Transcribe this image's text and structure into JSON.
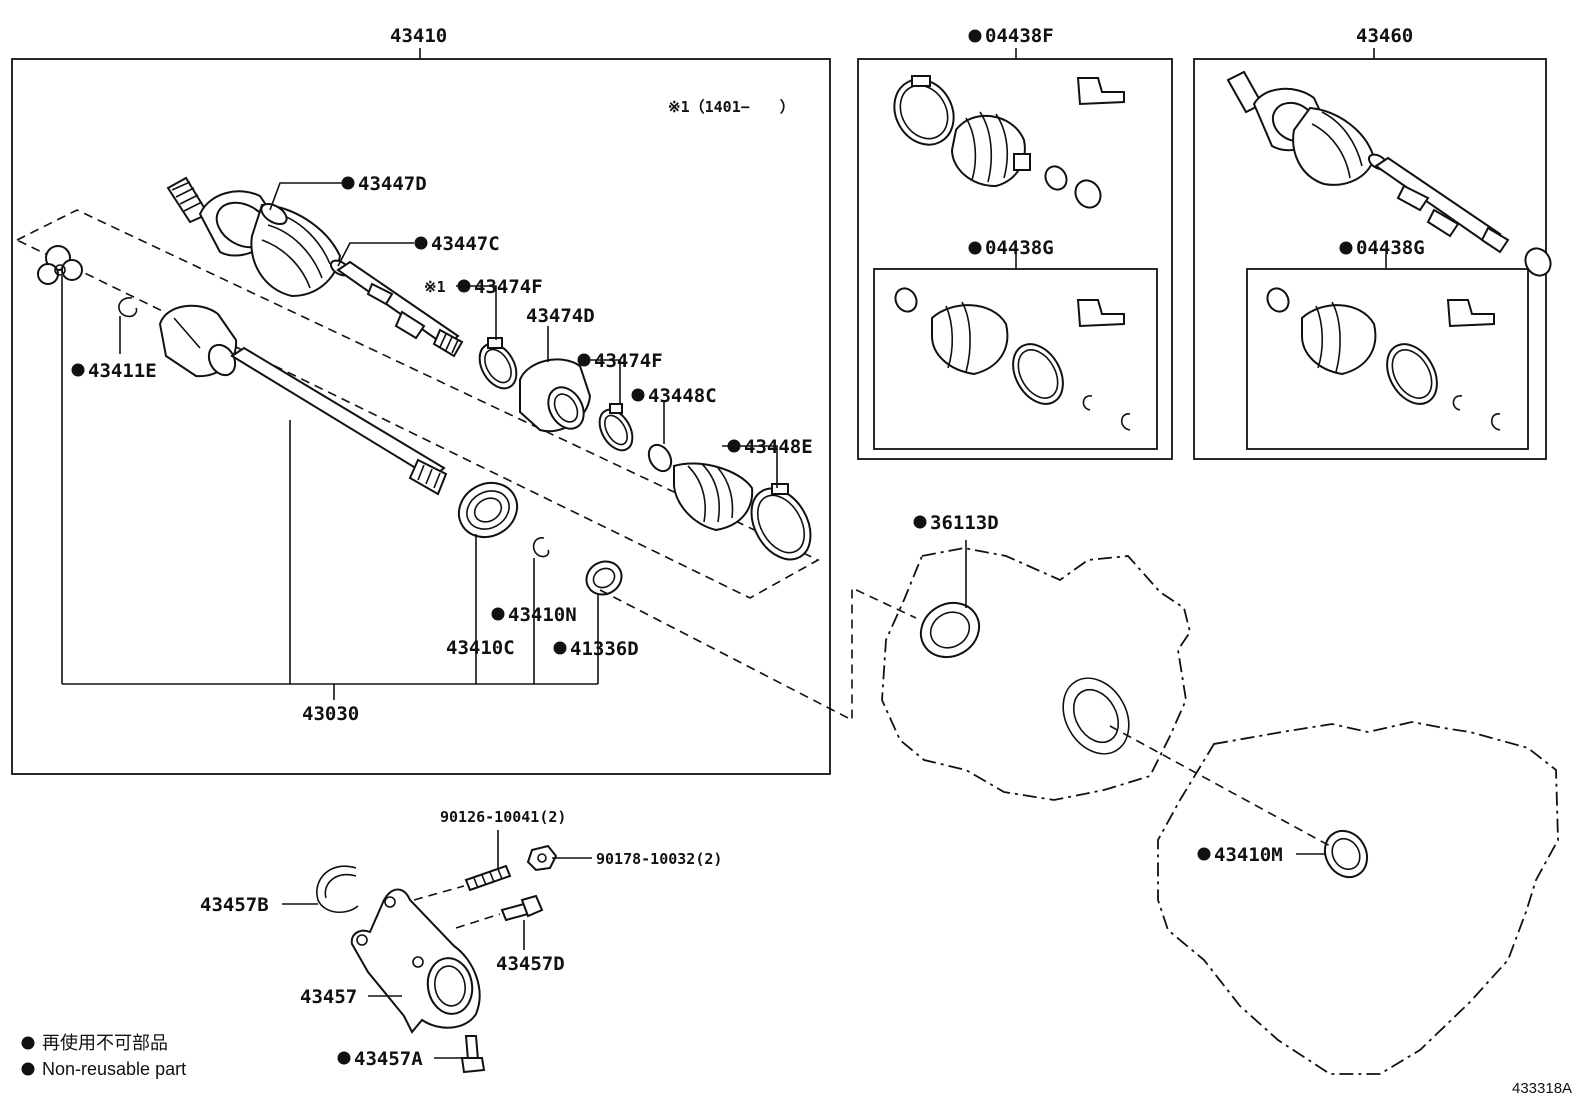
{
  "labels": {
    "p43410": "43410",
    "p04438F": "04438F",
    "p43460": "43460",
    "note": "※1（1401−　　）",
    "p43447D": "43447D",
    "p43447C": "43447C",
    "p43474F_a_mark": "※1",
    "p43474F_a": "43474F",
    "p43474D": "43474D",
    "p43474F_b": "43474F",
    "p43448C": "43448C",
    "p43448E": "43448E",
    "p43411E": "43411E",
    "p43410N": "43410N",
    "p43410C": "43410C",
    "p41336D": "41336D",
    "p43030": "43030",
    "p04438G_a": "04438G",
    "p04438G_b": "04438G",
    "p36113D": "36113D",
    "p43410M": "43410M",
    "p90126": "90126-10041(2)",
    "p90178": "90178-10032(2)",
    "p43457B": "43457B",
    "p43457D": "43457D",
    "p43457": "43457",
    "p43457A": "43457A"
  },
  "legend": {
    "line1": "再使用不可部品",
    "line2": "Non-reusable part"
  },
  "diagram_code": "433318A"
}
